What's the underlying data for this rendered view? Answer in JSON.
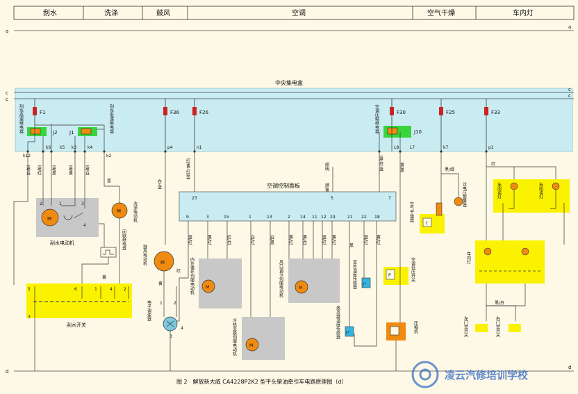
{
  "header": {
    "sections": [
      "刮水",
      "洗涤",
      "鼓风",
      "空调",
      "空气干燥",
      "车内灯"
    ]
  },
  "rails": {
    "a": "a",
    "c": "c",
    "d": "d"
  },
  "central_box": {
    "title": "中央集电盒"
  },
  "fuses": [
    {
      "id": "F1"
    },
    {
      "id": "F36"
    },
    {
      "id": "F26"
    },
    {
      "id": "F30"
    },
    {
      "id": "F25"
    },
    {
      "id": "F33"
    }
  ],
  "relays": {
    "J2": "J2",
    "J1": "J1",
    "J10": "J10",
    "high_speed": "刮水高速继电器",
    "low_speed": "刮水低速继电器",
    "ac_compressor": "空调压缩继电器"
  },
  "pins": [
    "k6",
    "k5",
    "k3",
    "k4",
    "k12",
    "k2",
    "p4",
    "n1",
    "L8",
    "L7",
    "k7",
    "p1"
  ],
  "panel": {
    "title": "空调控制面板",
    "top_pins": [
      "23",
      "5",
      "7"
    ],
    "bottom_pins": [
      "9",
      "3",
      "15",
      "1",
      "13",
      "2",
      "14",
      "11",
      "12",
      "24",
      "21",
      "22",
      "18"
    ]
  },
  "wire_colors": {
    "w1": "蓝/白",
    "w2": "蓝/红",
    "w3": "蓝/黑",
    "w4": "蓝/黄",
    "w5": "蓝/白",
    "w6": "蓝",
    "w7": "白-蓝",
    "w8": "红/黄-红/蓝",
    "w9": "照明",
    "w10": "绿/黄",
    "w11": "黑",
    "w12": "蓝/白-蓝",
    "w13": "黄/黑",
    "w14": "黑/绿",
    "w15": "红",
    "w16": "黑/红",
    "w17": "红/白",
    "w18": "白/红",
    "w19": "白/黑",
    "w20": "黄/红",
    "w21": "黄/白",
    "w22": "蓝/红",
    "w23": "黄/红",
    "w24": "蓝/红",
    "w25": "黄/红",
    "w26": "黑",
    "w27": "蓝/红",
    "w28": "红/白",
    "w29": "黑/白",
    "w30": "黄",
    "w31": "红"
  },
  "components": {
    "wiper_motor": "刮水电动机",
    "washer_motor": "洗涤电动机",
    "intermittent_relay": "间歇继电器",
    "wiper_switch": "刮水开关",
    "blower_motor": "鼓风电动机",
    "speed_controller": "电子调速器",
    "recirc_servo": "内外循环伺服电动机",
    "heat_servo": "冷热变换伺服电动机",
    "vent_servo": "风口调节伺服电动机",
    "evap_sensor": "蒸发器温度传感器",
    "outside_sensor": "室外温度传感器",
    "air_dryer_switch": "空气干燥器",
    "low_pressure_switch": "空调低压开关",
    "compressor": "压缩机",
    "overpressure_alarm": "过电压报警器",
    "left_reading_lamp": "左阅读灯",
    "right_reading_lamp": "右阅读灯",
    "interior_lamp": "车内灯",
    "left_door_switch": "左门控开关",
    "right_door_switch": "右门控开关"
  },
  "switch_positions": [
    "5",
    "6",
    "1",
    "4",
    "2",
    "3"
  ],
  "blower_pins": [
    "1",
    "2",
    "3",
    "4"
  ],
  "caption": "图 2　解放新大威 CA4228P2K2 型平头柴油牵引车电路原理图（d）",
  "watermark": "凌云汽修培训学校",
  "colors": {
    "central_box": "#c9ecf2",
    "relay_highlight": "#39d43c",
    "fuse": "#cc2222",
    "yellow_box": "#fbf200",
    "gray_box": "#c8c8c8",
    "motor": "#f08a10"
  }
}
